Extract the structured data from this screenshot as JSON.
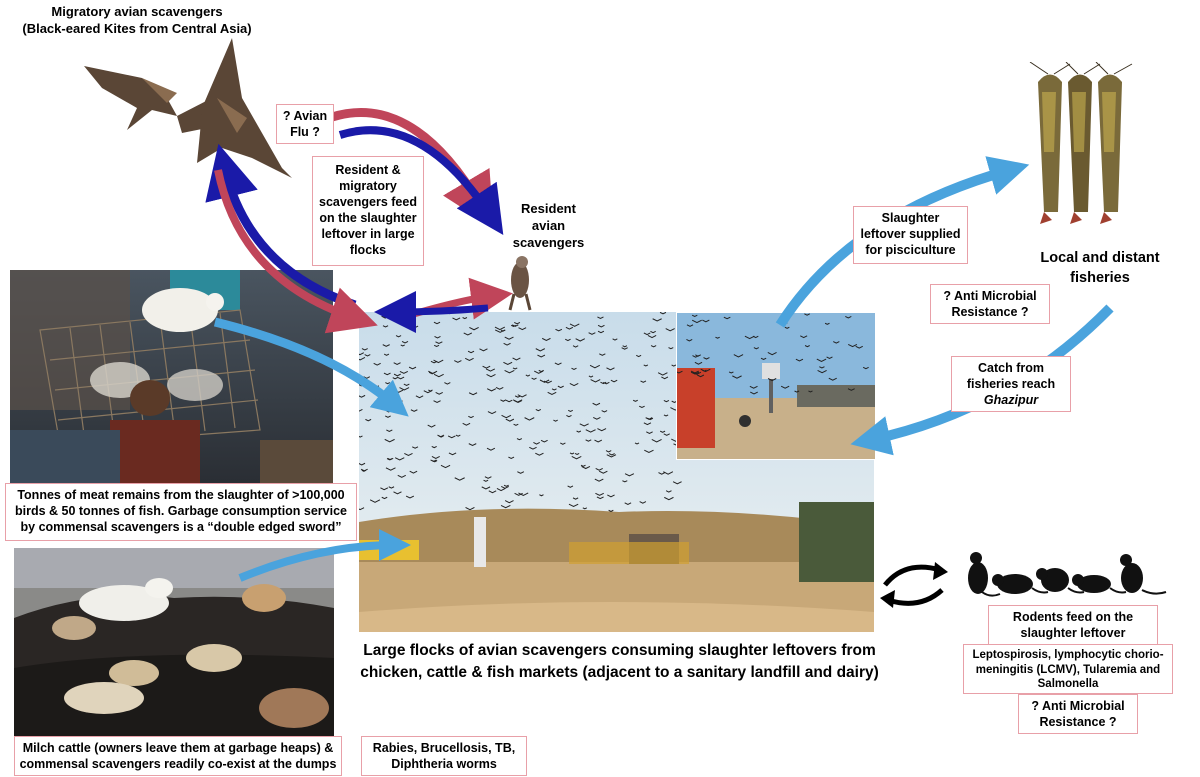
{
  "labels": {
    "migratory_title": "Migratory avian scavengers",
    "migratory_subtitle": "(Black-eared Kites from Central Asia)",
    "resident": "Resident avian scavengers",
    "fisheries": "Local and distant fisheries"
  },
  "boxes": {
    "avian_flu": "? Avian Flu ?",
    "resident_migratory_feed": "Resident & migratory scavengers feed on the slaughter leftover in large flocks",
    "slaughter_pisciculture": "Slaughter leftover supplied for pisciculture",
    "amr_fish": "? Anti Microbial Resistance ?",
    "catch_reach_prefix": "Catch from fisheries reach",
    "catch_reach_place": "Ghazipur",
    "tonnes_meat": "Tonnes of meat remains from the slaughter of >100,000 birds & 50 tonnes of fish. Garbage consumption service by commensal scavengers is a “double edged sword”",
    "rodents_feed": "Rodents feed on the slaughter leftover",
    "rodent_diseases": "Leptospirosis, lymphocytic chorio-meningitis (LCMV), Tularemia and Salmonella",
    "amr_rodent": "? Anti Microbial Resistance ?",
    "milch_cattle": "Milch cattle (owners leave them at garbage heaps) & commensal scavengers readily co-exist at the dumps",
    "dog_diseases": "Rabies, Brucellosis, TB, Diphtheria worms"
  },
  "main_caption": "Large flocks of avian scavengers consuming slaughter leftovers from chicken, cattle & fish markets (adjacent to a sanitary landfill and dairy)",
  "colors": {
    "red_arrow": "#c0455a",
    "blue_arrow": "#1a1aa8",
    "light_blue_arrow": "#4aa3dd",
    "box_border": "#e8a0a8"
  }
}
